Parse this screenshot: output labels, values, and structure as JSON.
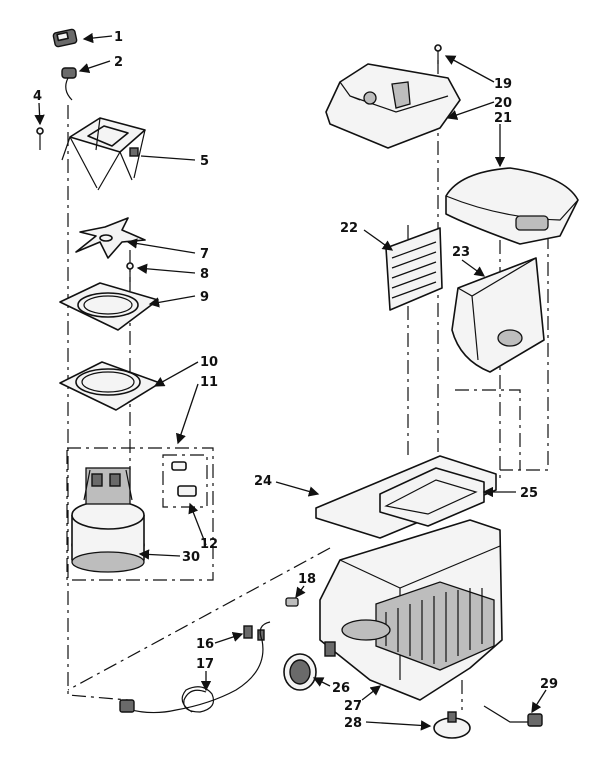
{
  "callouts": [
    "1",
    "2",
    "4",
    "5",
    "7",
    "8",
    "9",
    "10",
    "11",
    "12",
    "30",
    "16",
    "17",
    "18",
    "19",
    "20",
    "21",
    "22",
    "23",
    "24",
    "25",
    "26",
    "27",
    "28",
    "29"
  ]
}
